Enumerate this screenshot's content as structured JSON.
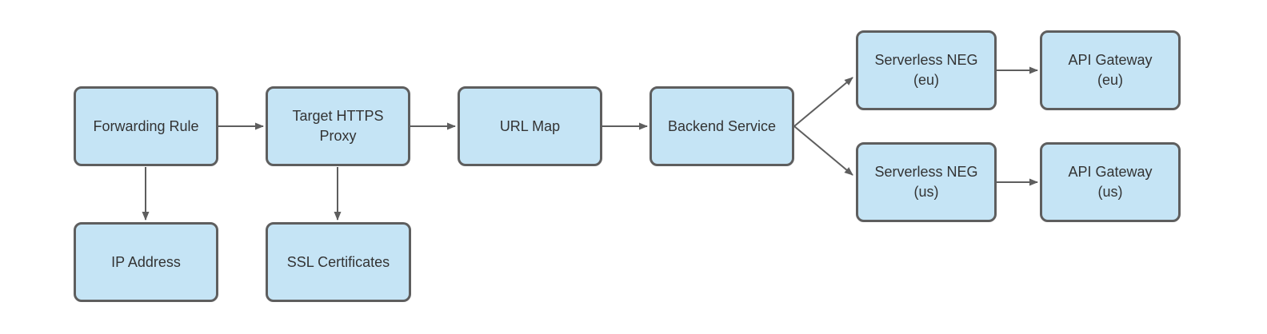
{
  "diagram": {
    "type": "flowchart",
    "colors": {
      "background": "#ffffff",
      "node_fill": "#c5e4f5",
      "node_border": "#5e5e5e",
      "edge": "#5e5e5e",
      "text": "#333333"
    },
    "nodes": [
      {
        "id": "forwarding-rule",
        "lines": [
          "Forwarding Rule"
        ]
      },
      {
        "id": "target-https-proxy",
        "lines": [
          "Target HTTPS",
          "Proxy"
        ]
      },
      {
        "id": "url-map",
        "lines": [
          "URL Map"
        ]
      },
      {
        "id": "backend-service",
        "lines": [
          "Backend Service"
        ]
      },
      {
        "id": "serverless-neg-eu",
        "lines": [
          "Serverless NEG",
          "(eu)"
        ]
      },
      {
        "id": "api-gateway-eu",
        "lines": [
          "API Gateway",
          "(eu)"
        ]
      },
      {
        "id": "serverless-neg-us",
        "lines": [
          "Serverless NEG",
          "(us)"
        ]
      },
      {
        "id": "api-gateway-us",
        "lines": [
          "API Gateway",
          "(us)"
        ]
      },
      {
        "id": "ip-address",
        "lines": [
          "IP Address"
        ]
      },
      {
        "id": "ssl-certificates",
        "lines": [
          "SSL Certificates"
        ]
      }
    ],
    "edges": [
      {
        "from": "forwarding-rule",
        "to": "target-https-proxy",
        "direction": "right"
      },
      {
        "from": "target-https-proxy",
        "to": "url-map",
        "direction": "right"
      },
      {
        "from": "url-map",
        "to": "backend-service",
        "direction": "right"
      },
      {
        "from": "backend-service",
        "to": "serverless-neg-eu",
        "direction": "up-right"
      },
      {
        "from": "backend-service",
        "to": "serverless-neg-us",
        "direction": "down-right"
      },
      {
        "from": "serverless-neg-eu",
        "to": "api-gateway-eu",
        "direction": "right"
      },
      {
        "from": "serverless-neg-us",
        "to": "api-gateway-us",
        "direction": "right"
      },
      {
        "from": "forwarding-rule",
        "to": "ip-address",
        "direction": "down"
      },
      {
        "from": "target-https-proxy",
        "to": "ssl-certificates",
        "direction": "down"
      }
    ]
  }
}
